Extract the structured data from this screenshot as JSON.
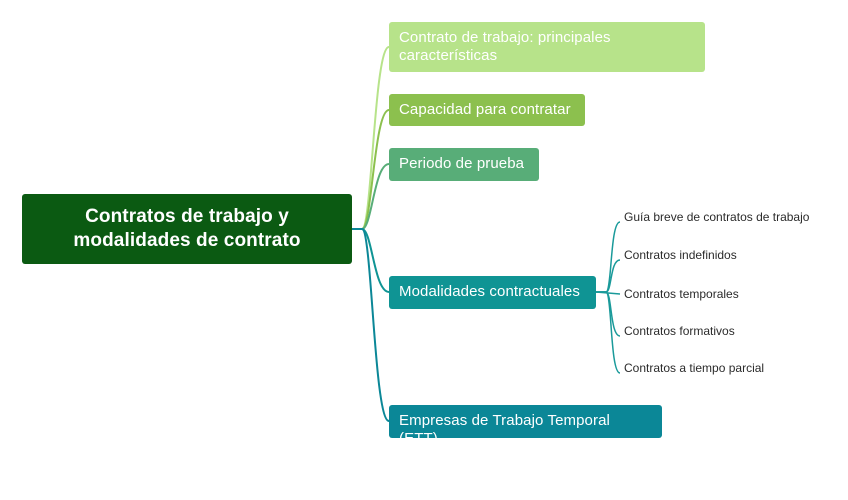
{
  "root": {
    "label": "Contratos de trabajo y modalidades de contrato"
  },
  "branches": [
    {
      "label": "Contrato de trabajo: principales características",
      "color": "#b7e38a"
    },
    {
      "label": "Capacidad para contratar",
      "color": "#8cc04e"
    },
    {
      "label": "Periodo de prueba",
      "color": "#58ad78"
    },
    {
      "label": "Modalidades contractuales",
      "color": "#0f9494",
      "children": [
        {
          "label": "Guía breve de contratos de trabajo"
        },
        {
          "label": "Contratos indefinidos"
        },
        {
          "label": "Contratos temporales"
        },
        {
          "label": "Contratos formativos"
        },
        {
          "label": "Contratos a tiempo parcial"
        }
      ]
    },
    {
      "label": "Empresas de Trabajo Temporal (ETT)",
      "color": "#0b8797"
    }
  ],
  "colors": {
    "root": "#0b5a12",
    "leaf_connector": "#1a9a9a"
  }
}
